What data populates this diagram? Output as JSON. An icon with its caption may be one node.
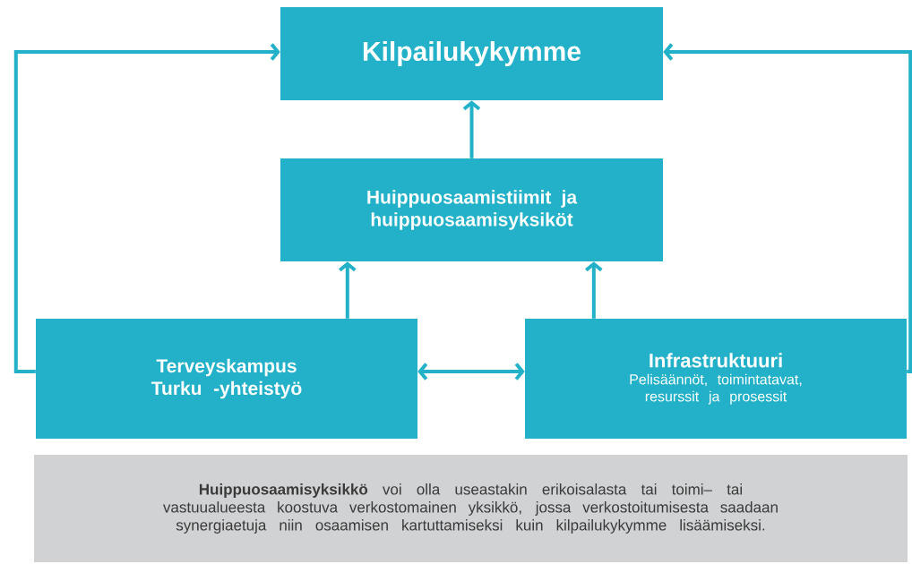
{
  "diagram": {
    "nodes": [
      {
        "text": [
          "Kilpailukykymme"
        ]
      },
      {
        "text": [
          "Huippuosaamistiimit ja huippuosaamisyksiköt"
        ]
      },
      {
        "text": [
          "Terveyskampus Turku -yhteistyö"
        ]
      },
      {
        "text": [
          "Infrastruktuuri",
          "Pelisäännöt, toimintatavat, resurssit ja prosessit"
        ]
      },
      {
        "text": [
          "**Huippuosaamisyksikkö** voi olla useastakin erikoisalasta tai toimi– tai vastuualueesta koostuva verkostomainen yksikkö, jossa verkostoitumisesta saadaan synergiaetuja niin osaamisen kartuttamiseksi kuin kilpailukykymme lisäämiseksi."
        ]
      }
    ],
    "edges": [
      {
        "from": 1,
        "to": 0,
        "arrow": "to"
      },
      {
        "from": 2,
        "to": 1,
        "arrow": "to"
      },
      {
        "from": 3,
        "to": 1,
        "arrow": "to"
      },
      {
        "from": 2,
        "to": 3,
        "arrow": "both"
      },
      {
        "from": 2,
        "to": 0,
        "arrow": "to"
      },
      {
        "from": 3,
        "to": 0,
        "arrow": "to"
      }
    ]
  }
}
